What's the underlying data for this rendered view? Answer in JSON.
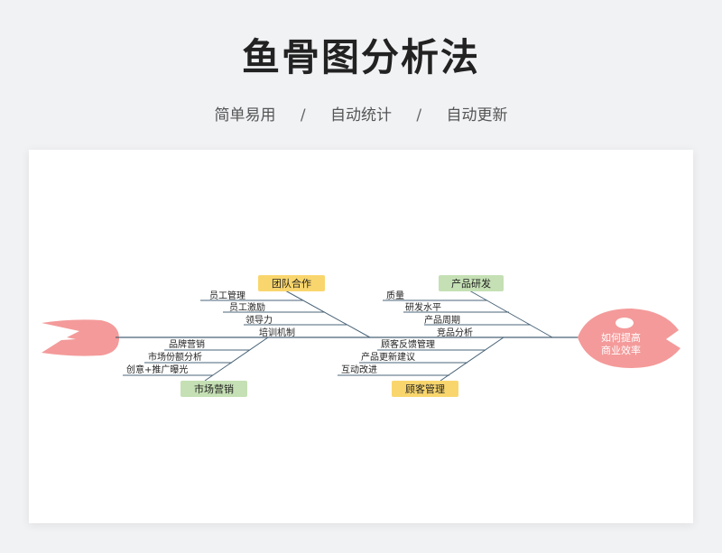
{
  "page": {
    "title": "鱼骨图分析法",
    "features": [
      "简单易用",
      "自动统计",
      "自动更新"
    ],
    "separator": "/"
  },
  "diagram": {
    "head_text_line1": "如何提高",
    "head_text_line2": "商业效率",
    "categories": {
      "team": "团队合作",
      "product": "产品研发",
      "marketing": "市场营销",
      "customer": "顾客管理"
    },
    "causes": {
      "team": [
        "员工管理",
        "员工激励",
        "领导力",
        "培训机制"
      ],
      "product": [
        "质量",
        "研发水平",
        "产品周期",
        "竞品分析"
      ],
      "marketing": [
        "品牌营销",
        "市场份额分析",
        "创意+推广曝光"
      ],
      "customer": [
        "顾客反馈管理",
        "产品更新建议",
        "互动改进"
      ]
    },
    "colors": {
      "fish": "#f49a9a",
      "bone": "#4a6478",
      "yellow_label": "#f9d66d",
      "green_label": "#c5e0b4"
    }
  }
}
